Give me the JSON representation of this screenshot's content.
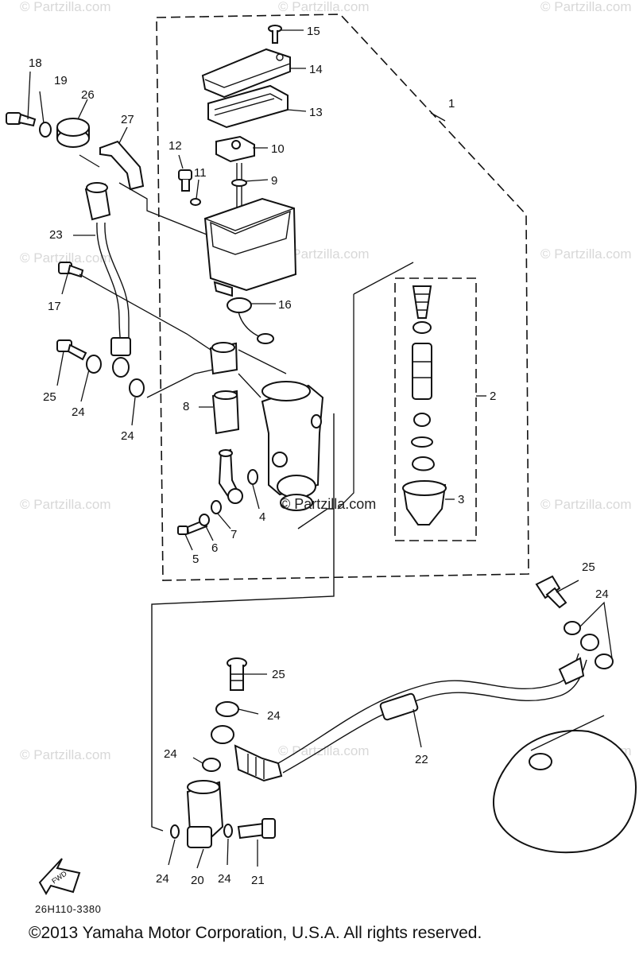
{
  "diagram": {
    "watermark": "© Partzilla.com",
    "center_watermark": "© Partzilla.com",
    "drawing_code": "26H110-3380",
    "fwd_label": "FWD",
    "copyright": "©2013  Yamaha Motor Corporation, U.S.A. All rights reserved.",
    "callouts": {
      "p1": "1",
      "p2": "2",
      "p3": "3",
      "p4": "4",
      "p5": "5",
      "p6": "6",
      "p7": "7",
      "p8": "8",
      "p9": "9",
      "p10": "10",
      "p11": "11",
      "p12": "12",
      "p13": "13",
      "p14": "14",
      "p15": "15",
      "p16": "16",
      "p17": "17",
      "p18": "18",
      "p19": "19",
      "p20": "20",
      "p21": "21",
      "p22": "22",
      "p23": "23",
      "p24a": "24",
      "p24b": "24",
      "p24c": "24",
      "p24d": "24",
      "p24e": "24",
      "p24f": "24",
      "p24g": "24",
      "p25a": "25",
      "p25b": "25",
      "p25c": "25",
      "p26": "26",
      "p27": "27"
    }
  }
}
